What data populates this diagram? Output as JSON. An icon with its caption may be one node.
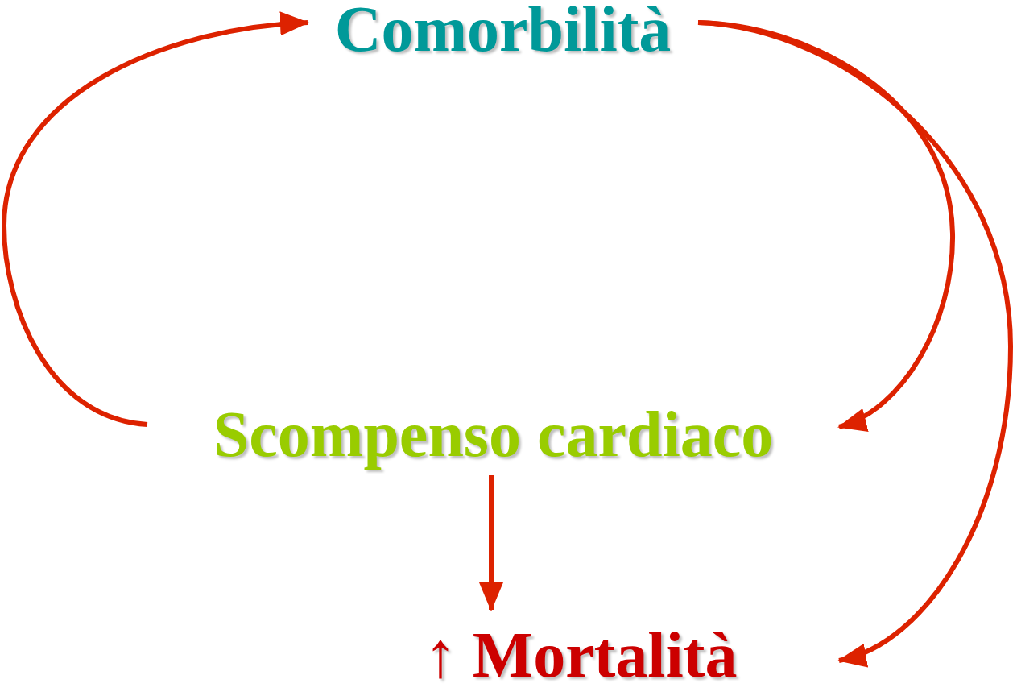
{
  "diagram": {
    "nodes": [
      {
        "text": [
          "Comorbilità"
        ]
      },
      {
        "text": [
          "Scompenso cardiaco"
        ]
      },
      {
        "text": [
          "↑ Mortalità"
        ]
      }
    ],
    "edges": [
      {
        "from": 1,
        "to": 0,
        "arrow": "to"
      },
      {
        "from": 0,
        "to": 1,
        "arrow": "to"
      },
      {
        "from": 0,
        "to": 2,
        "arrow": "to"
      },
      {
        "from": 1,
        "to": 2,
        "arrow": "to"
      }
    ]
  }
}
